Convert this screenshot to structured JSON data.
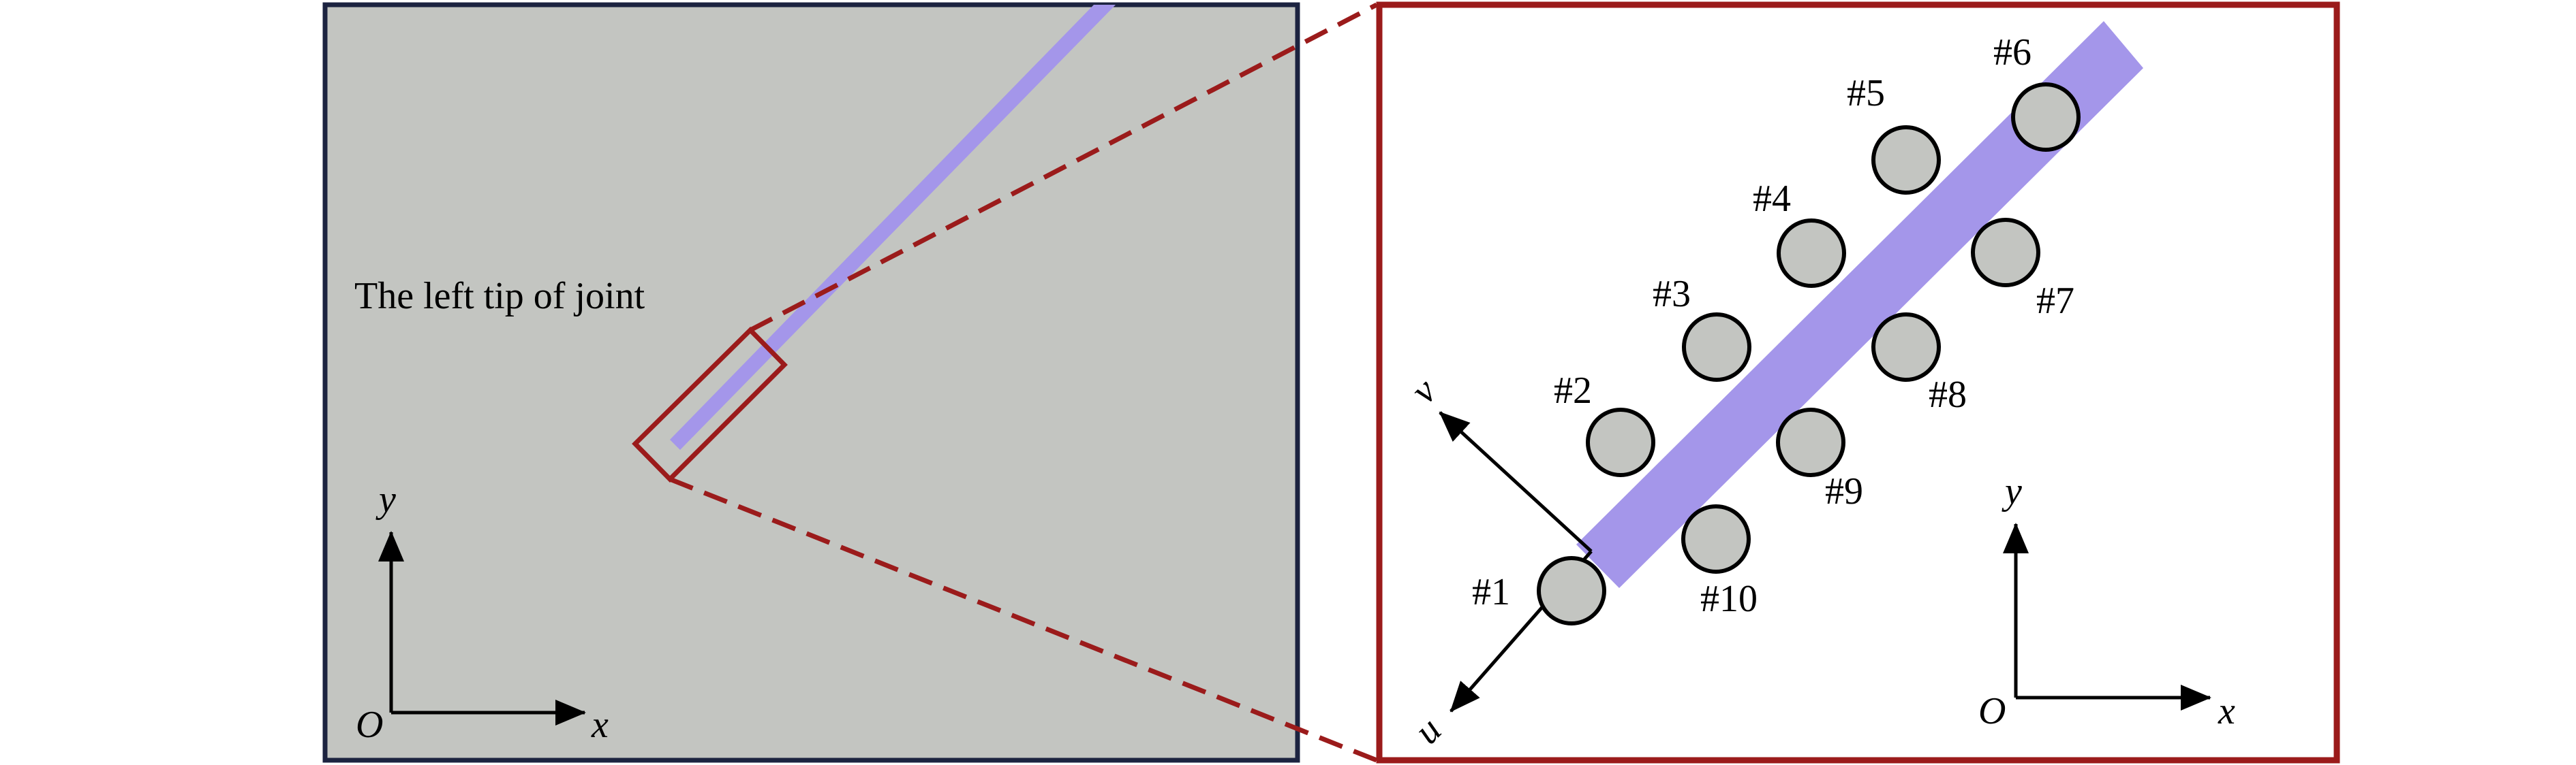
{
  "colors": {
    "background": "#ffffff",
    "left_panel_fill": "#c3c5c1",
    "left_panel_border": "#1c2340",
    "zoom_border": "#9b1b1b",
    "joint_fill": "#a496ea",
    "gauge_fill": "#c3c5c1",
    "gauge_stroke": "#000000",
    "arrow": "#000000"
  },
  "left_panel": {
    "annotation": "The left tip of joint",
    "axes": {
      "origin": "O",
      "x": "x",
      "y": "y"
    }
  },
  "right_panel": {
    "local_axes": {
      "u": "u",
      "v": "v"
    },
    "axes": {
      "origin": "O",
      "x": "x",
      "y": "y"
    },
    "gauges": [
      {
        "label": "#1"
      },
      {
        "label": "#2"
      },
      {
        "label": "#3"
      },
      {
        "label": "#4"
      },
      {
        "label": "#5"
      },
      {
        "label": "#6"
      },
      {
        "label": "#7"
      },
      {
        "label": "#8"
      },
      {
        "label": "#9"
      },
      {
        "label": "#10"
      }
    ]
  }
}
